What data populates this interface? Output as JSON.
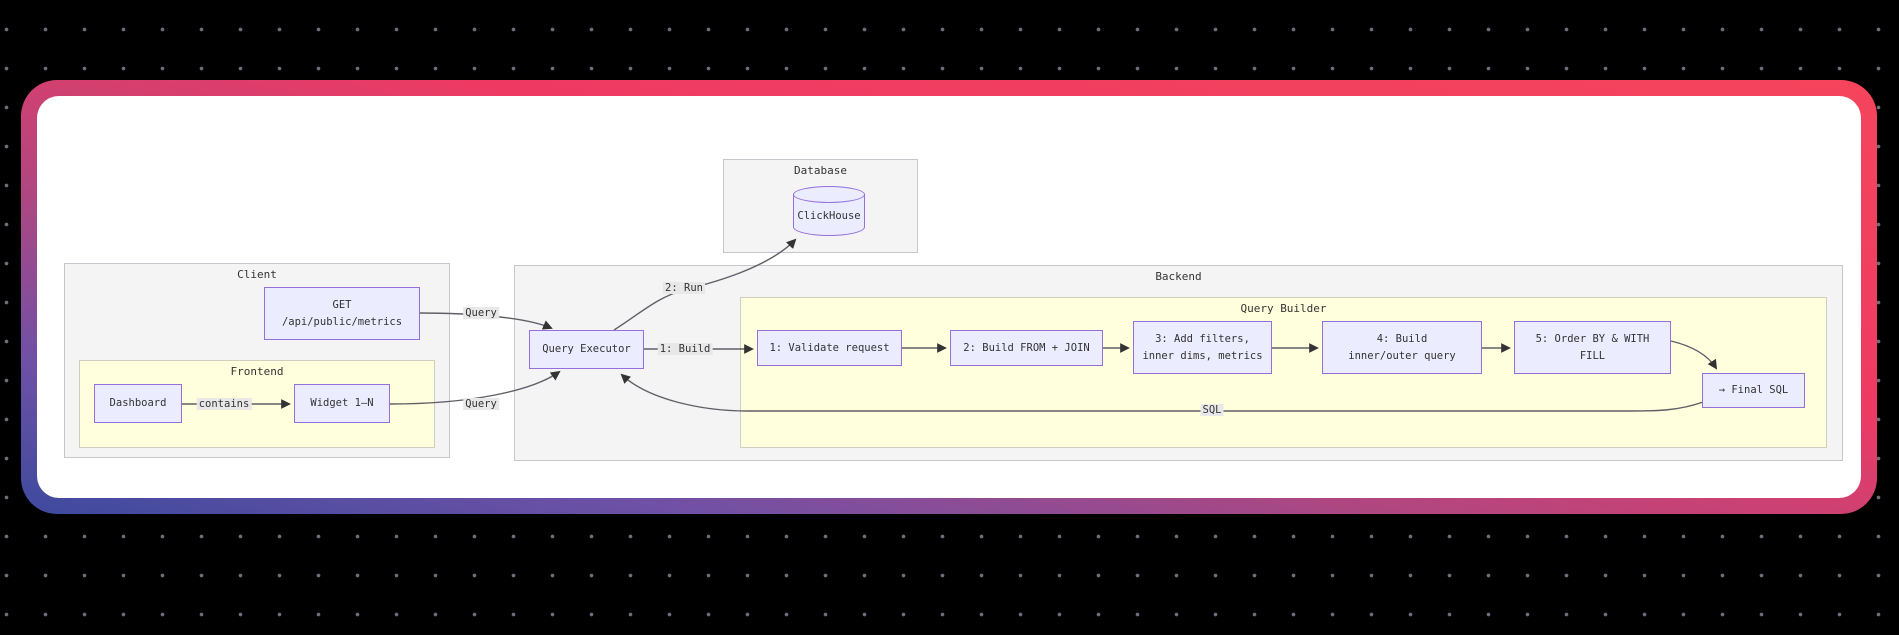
{
  "theme": {
    "page_bg": "#000000",
    "dot_color": "#6e6e78",
    "card_bg": "#ffffff",
    "border_gradient_start": "#3d4a9e",
    "border_gradient_mid": "#6f51a6",
    "border_gradient_end": "#f5455c",
    "node_fill": "#ececff",
    "node_border": "#9370db",
    "cluster_gray_fill": "#f4f4f5",
    "cluster_yellow_fill": "#ffffde",
    "edge_color": "#5f5f66",
    "edge_label_bg": "#e8e8e8",
    "text_color": "#333333"
  },
  "diagram": {
    "clusters": {
      "database": {
        "title": "Database"
      },
      "client": {
        "title": "Client"
      },
      "frontend": {
        "title": "Frontend"
      },
      "backend": {
        "title": "Backend"
      },
      "query_builder": {
        "title": "Query Builder"
      }
    },
    "nodes": {
      "clickhouse": {
        "label": "ClickHouse"
      },
      "get": {
        "line1": "GET",
        "line2": "/api/public/metrics"
      },
      "dashboard": {
        "label": "Dashboard"
      },
      "widget": {
        "label": "Widget 1–N"
      },
      "query_executor": {
        "label": "Query Executor"
      },
      "step1": {
        "label": "1: Validate request"
      },
      "step2": {
        "label": "2: Build FROM + JOIN"
      },
      "step3": {
        "line1": "3: Add filters,",
        "line2": "inner dims, metrics"
      },
      "step4": {
        "line1": "4: Build",
        "line2": "inner/outer query"
      },
      "step5": {
        "line1": "5: Order BY & WITH",
        "line2": "FILL"
      },
      "final_sql": {
        "label": "→ Final SQL"
      }
    },
    "edge_labels": {
      "contains": "contains",
      "query_top": "Query",
      "query_bottom": "Query",
      "run": "2: Run",
      "build": "1: Build",
      "sql": "SQL"
    }
  }
}
